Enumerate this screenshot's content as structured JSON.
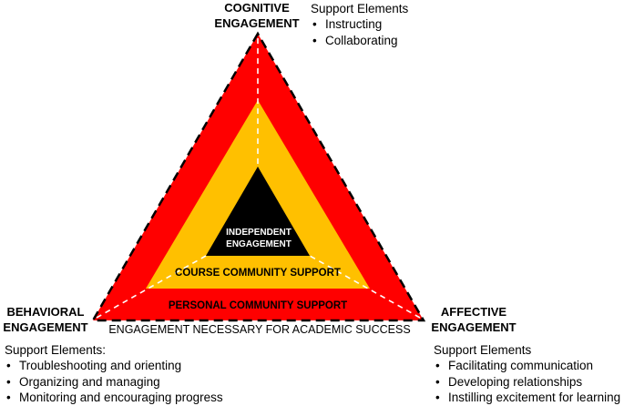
{
  "colors": {
    "outer": "#ff0000",
    "middle": "#ffc000",
    "inner": "#000000",
    "background": "#ffffff"
  },
  "corners": {
    "cognitive": {
      "line1": "COGNITIVE",
      "line2": "ENGAGEMENT"
    },
    "behavioral": {
      "line1": "BEHAVIORAL",
      "line2": "ENGAGEMENT"
    },
    "affective": {
      "line1": "AFFECTIVE",
      "line2": "ENGAGEMENT"
    }
  },
  "support": {
    "cognitive": {
      "title": "Support Elements",
      "items": [
        "Instructing",
        "Collaborating"
      ]
    },
    "behavioral": {
      "title": "Support Elements:",
      "items": [
        "Troubleshooting and orienting",
        "Organizing and managing",
        "Monitoring and encouraging progress"
      ]
    },
    "affective": {
      "title": "Support Elements",
      "items": [
        "Facilitating communication",
        "Developing relationships",
        "Instilling excitement for learning"
      ]
    }
  },
  "layers": {
    "inner": {
      "line1": "INDEPENDENT",
      "line2": "ENGAGEMENT"
    },
    "middle": "COURSE COMMUNITY SUPPORT",
    "outer": "PERSONAL COMMUNITY SUPPORT",
    "base": "ENGAGEMENT NECESSARY FOR ACADEMIC SUCCESS"
  }
}
